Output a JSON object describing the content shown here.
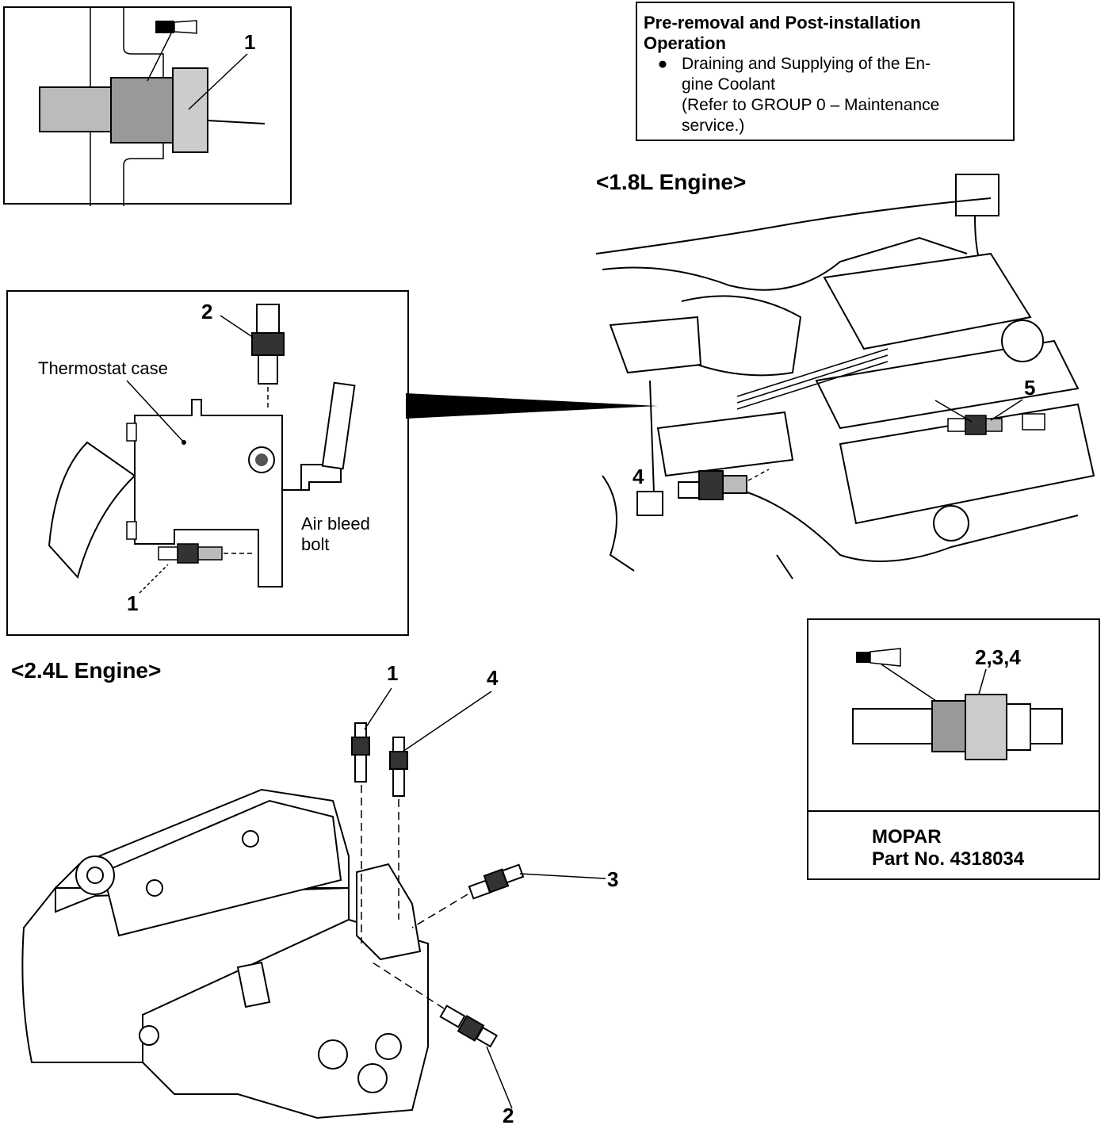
{
  "info_box": {
    "title_line1": "Pre-removal and Post-installation",
    "title_line2": "Operation",
    "bullet": "●",
    "item_line1": "Draining and Supplying of the En-",
    "item_line2": "gine Coolant",
    "item_line3": "(Refer to GROUP 0 – Maintenance",
    "item_line4": "service.)"
  },
  "engine_18": {
    "title": "<1.8L Engine>",
    "callouts": [
      "4",
      "5"
    ]
  },
  "engine_24": {
    "title": "<2.4L Engine>",
    "callouts": [
      "1",
      "4",
      "3",
      "2"
    ]
  },
  "detail_top": {
    "callout": "1"
  },
  "thermostat_detail": {
    "callout_top": "2",
    "callout_bottom": "1",
    "label_case": "Thermostat case",
    "label_bleed_line1": "Air bleed",
    "label_bleed_line2": "bolt"
  },
  "sealant_box": {
    "callout": "2,3,4",
    "brand": "MOPAR",
    "part": "Part No. 4318034"
  }
}
